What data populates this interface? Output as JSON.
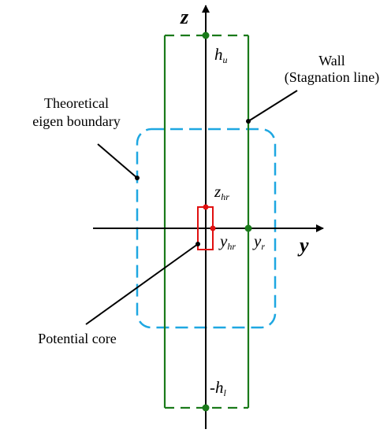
{
  "axes": {
    "z_label": "z",
    "y_label": "y"
  },
  "labels": {
    "h_u": {
      "main": "h",
      "sub": "u"
    },
    "z_hr": {
      "main": "z",
      "sub": "hr"
    },
    "y_hr": {
      "main": "y",
      "sub": "hr"
    },
    "y_r": {
      "main": "y",
      "sub": "r"
    },
    "neg_h_l": {
      "main": "-h",
      "sub": "l"
    }
  },
  "annotations": {
    "wall_line1": "Wall",
    "wall_line2": "(Stagnation line)",
    "eigen_line1": "Theoretical",
    "eigen_line2": "eigen boundary",
    "core": "Potential core"
  },
  "colors": {
    "wall": "#1a7a1a",
    "eigen_boundary": "#1ea7e1",
    "core": "#e01010",
    "axis": "#000000",
    "point_green": "#1a7a1a",
    "point_red": "#e01010"
  }
}
